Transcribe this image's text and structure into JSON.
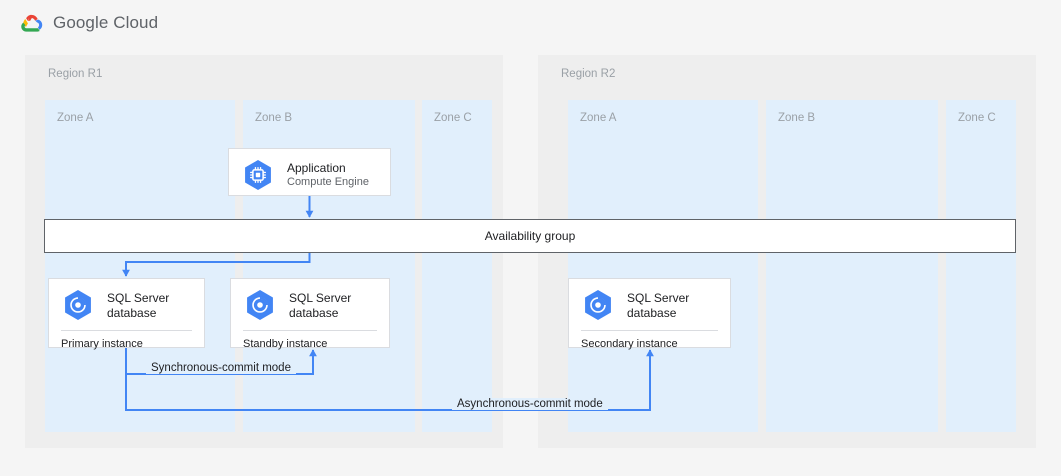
{
  "header": {
    "brand_google": "Google",
    "brand_cloud": "Cloud",
    "logo_icon": "google-cloud-logo-icon",
    "colors": {
      "red": "#EA4335",
      "blue": "#4285F4",
      "yellow": "#FBBC04",
      "green": "#34A853"
    }
  },
  "diagram": {
    "regions": [
      {
        "id": "r1",
        "label": "Region R1",
        "zones": [
          {
            "id": "r1-a",
            "label": "Zone A"
          },
          {
            "id": "r1-b",
            "label": "Zone B"
          },
          {
            "id": "r1-c",
            "label": "Zone C"
          }
        ]
      },
      {
        "id": "r2",
        "label": "Region R2",
        "zones": [
          {
            "id": "r2-a",
            "label": "Zone A"
          },
          {
            "id": "r2-b",
            "label": "Zone B"
          },
          {
            "id": "r2-c",
            "label": "Zone C"
          }
        ]
      }
    ],
    "availability_group": {
      "label": "Availability group"
    },
    "nodes": [
      {
        "id": "application",
        "title": "Application",
        "subtitle": "Compute Engine",
        "icon": "compute-engine-icon"
      },
      {
        "id": "primary",
        "title": "SQL Server",
        "title2": "database",
        "footer": "Primary instance",
        "icon": "sql-server-database-icon"
      },
      {
        "id": "standby",
        "title": "SQL Server",
        "title2": "database",
        "footer": "Standby instance",
        "icon": "sql-server-database-icon"
      },
      {
        "id": "secondary",
        "title": "SQL Server",
        "title2": "database",
        "footer": "Secondary instance",
        "icon": "sql-server-database-icon"
      }
    ],
    "edges": [
      {
        "id": "sync",
        "label": "Synchronous-commit mode",
        "from": "primary",
        "to": "standby"
      },
      {
        "id": "async",
        "label": "Asynchronous-commit mode",
        "from": "primary",
        "to": "secondary"
      }
    ],
    "colors": {
      "connector": "#4285F4",
      "region_bg": "#EEEEEE",
      "zone_bg": "#E1EFFC",
      "card_bg": "#FFFFFF",
      "card_border": "#DADCE0",
      "bar_border": "#5F6368",
      "page_bg": "#F5F5F5",
      "icon_blue": "#4285F4",
      "muted_text": "#9AA0A6"
    }
  }
}
